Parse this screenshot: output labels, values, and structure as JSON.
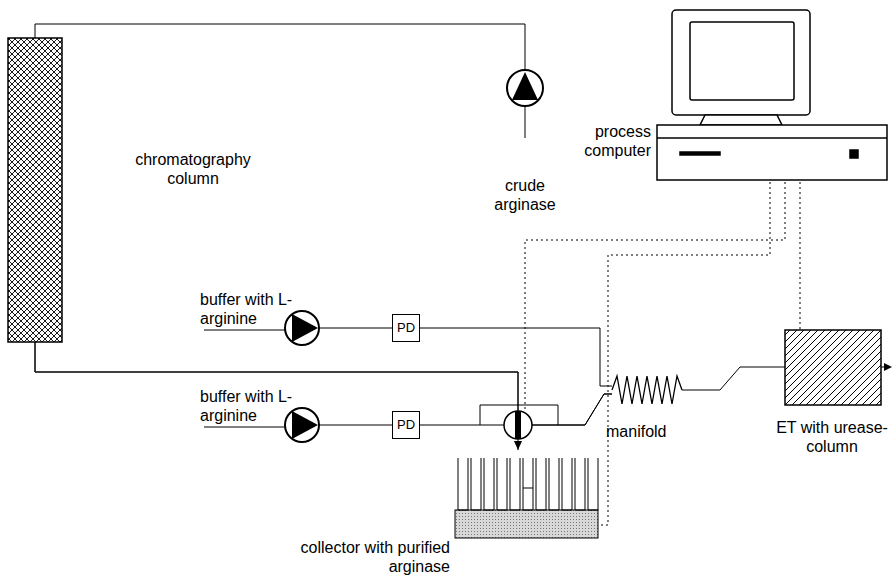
{
  "diagram": {
    "nodes": [
      {
        "text": [
          "chromatography column"
        ]
      },
      {
        "text": [
          "crude arginase"
        ]
      },
      {
        "text": [
          "process computer"
        ]
      },
      {
        "text": [
          "buffer with L-arginine"
        ]
      },
      {
        "text": [
          "PD"
        ]
      },
      {
        "text": [
          "buffer with L-arginine"
        ]
      },
      {
        "text": [
          "PD"
        ]
      },
      {
        "text": [
          "manifold"
        ]
      },
      {
        "text": [
          "ET with urease-column"
        ]
      },
      {
        "text": [
          "collector with purified arginase"
        ]
      }
    ],
    "edges": [
      {
        "from": 1,
        "to": 0,
        "arrow": "none"
      },
      {
        "from": 3,
        "to": 4,
        "arrow": "none"
      },
      {
        "from": 4,
        "to": 7,
        "arrow": "none"
      },
      {
        "from": 5,
        "to": 6,
        "arrow": "none"
      },
      {
        "from": 6,
        "to": 7,
        "arrow": "none"
      },
      {
        "from": 0,
        "to": 7,
        "arrow": "none"
      },
      {
        "from": 0,
        "to": 9,
        "arrow": "to"
      },
      {
        "from": 7,
        "to": 8,
        "arrow": "none"
      },
      {
        "from": 2,
        "to": 8,
        "arrow": "none"
      },
      {
        "from": 2,
        "to": 9,
        "arrow": "none"
      }
    ]
  }
}
